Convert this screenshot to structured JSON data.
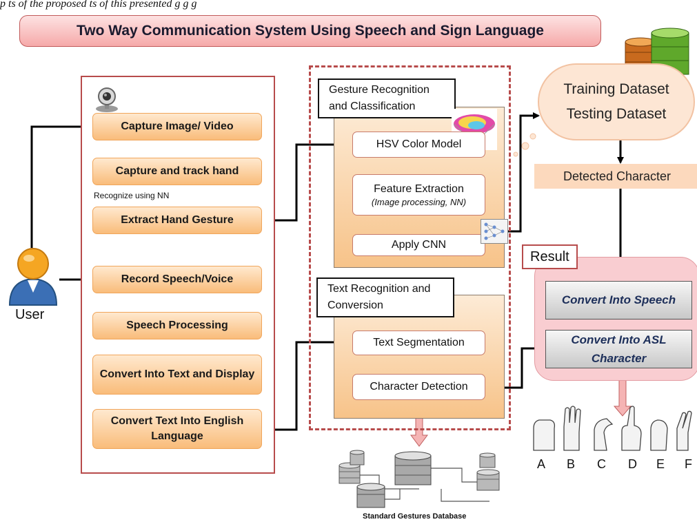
{
  "top_text": "p                                                              ts of the proposed                      ts of this presented                  g  g  g",
  "title": "Two Way Communication System Using Speech and Sign Language",
  "user_label": "User",
  "left_steps": {
    "capture": "Capture Image/ Video",
    "track": "Capture and track hand",
    "nn_note": "Recognize  using NN",
    "extract": "Extract Hand Gesture",
    "record": "Record Speech/Voice",
    "speech_proc": "Speech Processing",
    "convert_text": "Convert Into Text and Display",
    "convert_eng": "Convert Text Into English Language"
  },
  "gesture_panel": {
    "header": "Gesture Recognition and Classification",
    "hsv": "HSV Color Model",
    "feature": "Feature Extraction",
    "feature_sub": "(Image processing, NN)",
    "cnn": "Apply CNN"
  },
  "text_panel": {
    "header": "Text Recognition and Conversion",
    "segmentation": "Text Segmentation",
    "detection": "Character Detection"
  },
  "dataset": {
    "training": "Training Dataset",
    "testing": "Testing Dataset"
  },
  "detected_character": "Detected Character",
  "result": {
    "label": "Result",
    "speech": "Convert Into Speech",
    "asl": "Convert Into ASL Character"
  },
  "asl_letters": [
    "A",
    "B",
    "C",
    "D",
    "E",
    "F"
  ],
  "db_caption": "Standard Gestures Database",
  "colors": {
    "panel_border": "#b74b4b",
    "step_fill": "#f9bc7a",
    "result_fill": "#f9cdd1",
    "cloud_fill": "#fde6d4"
  }
}
